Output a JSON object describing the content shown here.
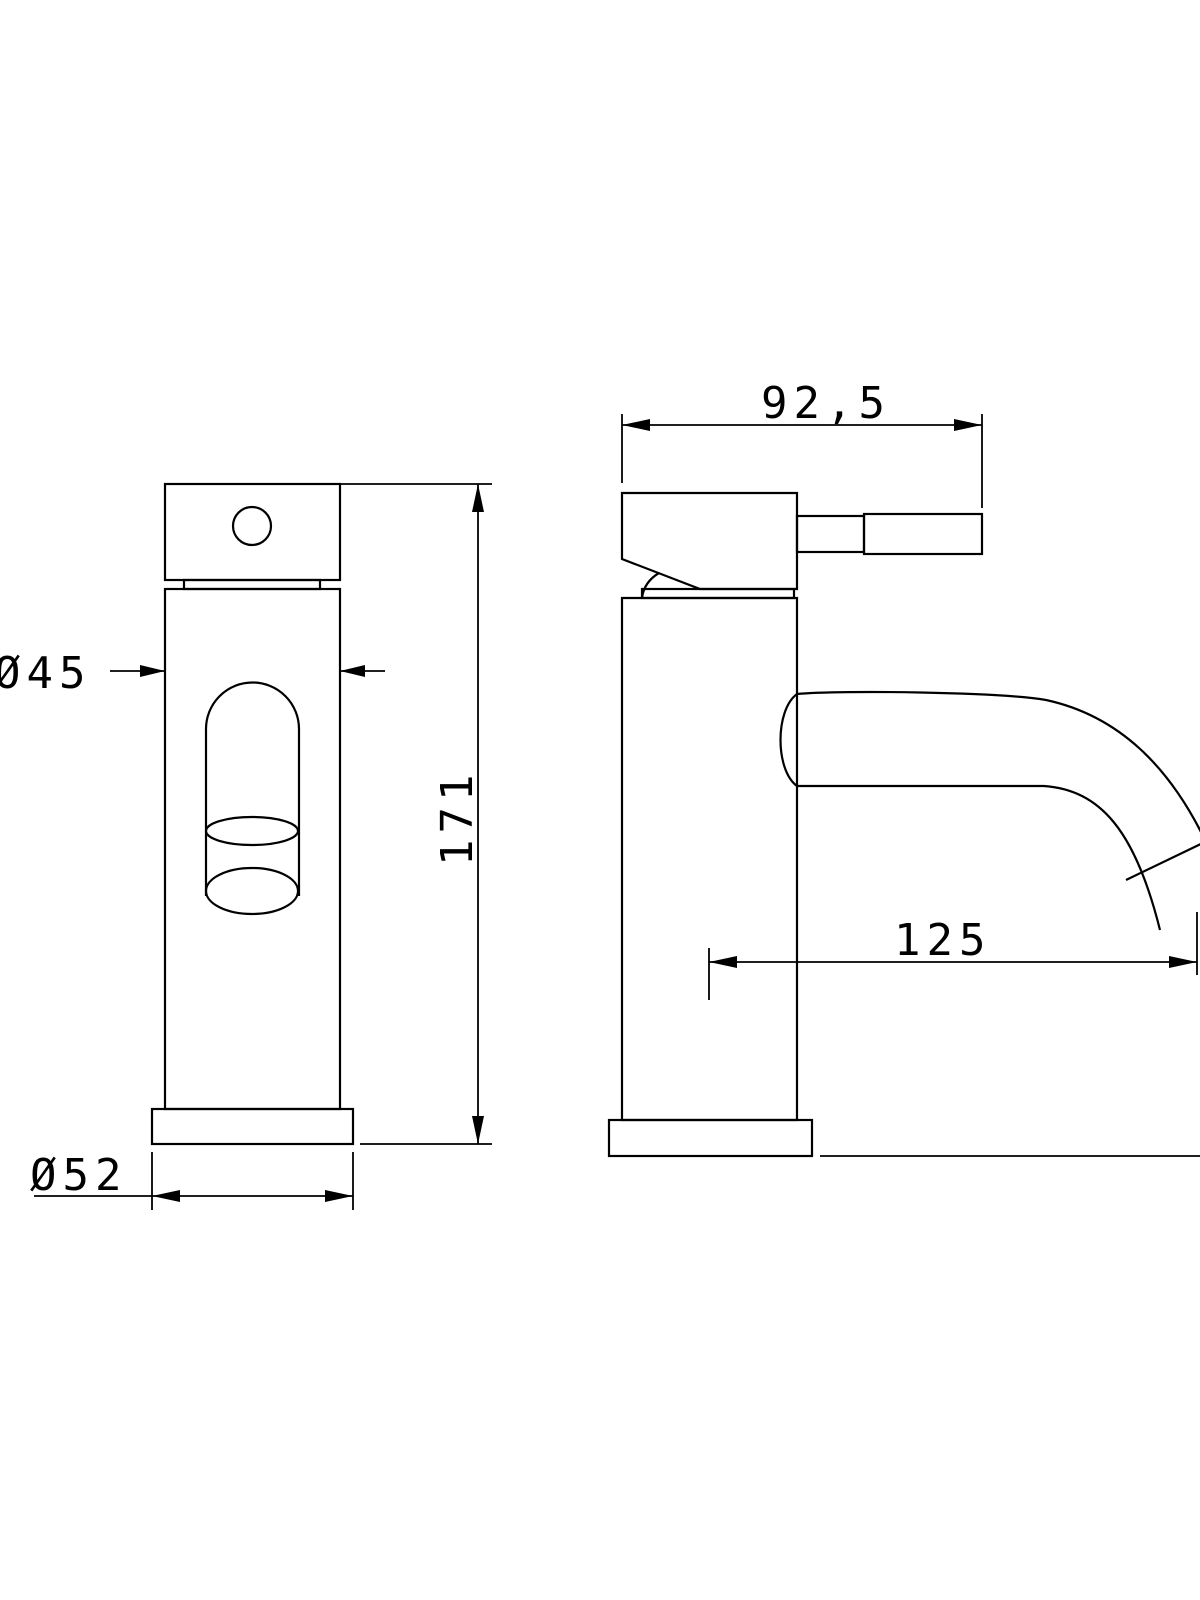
{
  "drawing": {
    "stroke_color": "#000000",
    "background_color": "#ffffff",
    "views": {
      "front": {
        "dimensions": {
          "body_diameter": "Ø45",
          "base_diameter": "Ø52",
          "height": "171"
        }
      },
      "side": {
        "dimensions": {
          "handle_reach": "92,5",
          "spout_reach": "125"
        }
      }
    }
  }
}
